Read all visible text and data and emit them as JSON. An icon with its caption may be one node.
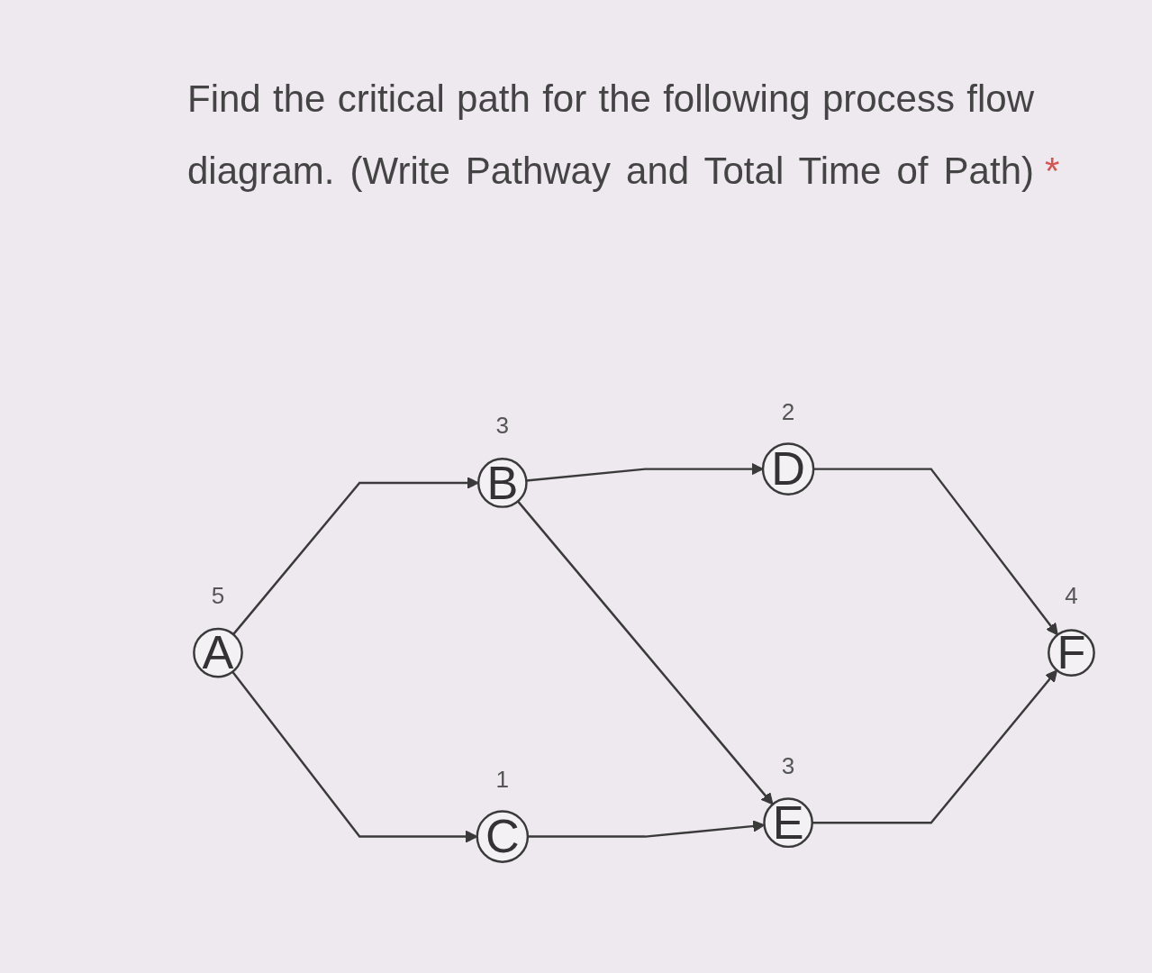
{
  "diagram": {
    "title": "Find the critical path for the following process flow diagram. (Write Pathway and Total Time of Path)",
    "nodes": [
      {
        "text": [
          "A"
        ],
        "beside": [
          "5"
        ]
      },
      {
        "text": [
          "B"
        ],
        "beside": [
          "3"
        ]
      },
      {
        "text": [
          "C"
        ],
        "beside": [
          "1"
        ]
      },
      {
        "text": [
          "D"
        ],
        "beside": [
          "2"
        ]
      },
      {
        "text": [
          "E"
        ],
        "beside": [
          "3"
        ]
      },
      {
        "text": [
          "F"
        ],
        "beside": [
          "4"
        ]
      }
    ],
    "edges": [
      {
        "from": 0,
        "to": 1,
        "arrow": "to"
      },
      {
        "from": 0,
        "to": 2,
        "arrow": "to"
      },
      {
        "from": 1,
        "to": 3,
        "arrow": "to"
      },
      {
        "from": 1,
        "to": 4,
        "arrow": "to"
      },
      {
        "from": 2,
        "to": 4,
        "arrow": "to"
      },
      {
        "from": 3,
        "to": 5,
        "arrow": "to"
      },
      {
        "from": 4,
        "to": 5,
        "arrow": "to"
      }
    ],
    "labels": [
      "*"
    ]
  }
}
